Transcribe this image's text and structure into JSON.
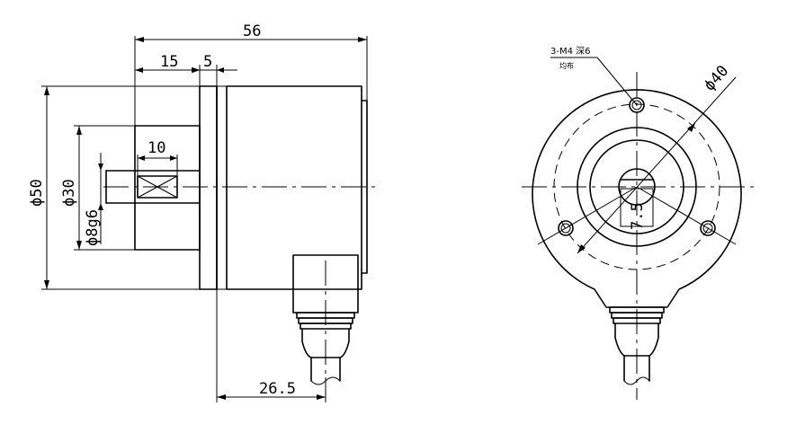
{
  "side_view": {
    "dim_total_length": "56",
    "dim_flange": "15",
    "dim_gap": "5",
    "dim_shaft_flat": "10",
    "dim_body_dia": "ϕ50",
    "dim_boss_dia": "ϕ30",
    "dim_shaft_dia": "ϕ8g6",
    "dim_connector_offset": "26.5"
  },
  "front_view": {
    "hole_note_line1": "3-M4 深6",
    "hole_note_line2": "均布",
    "dim_pcd": "ϕ40",
    "dim_flat": "7.5"
  }
}
